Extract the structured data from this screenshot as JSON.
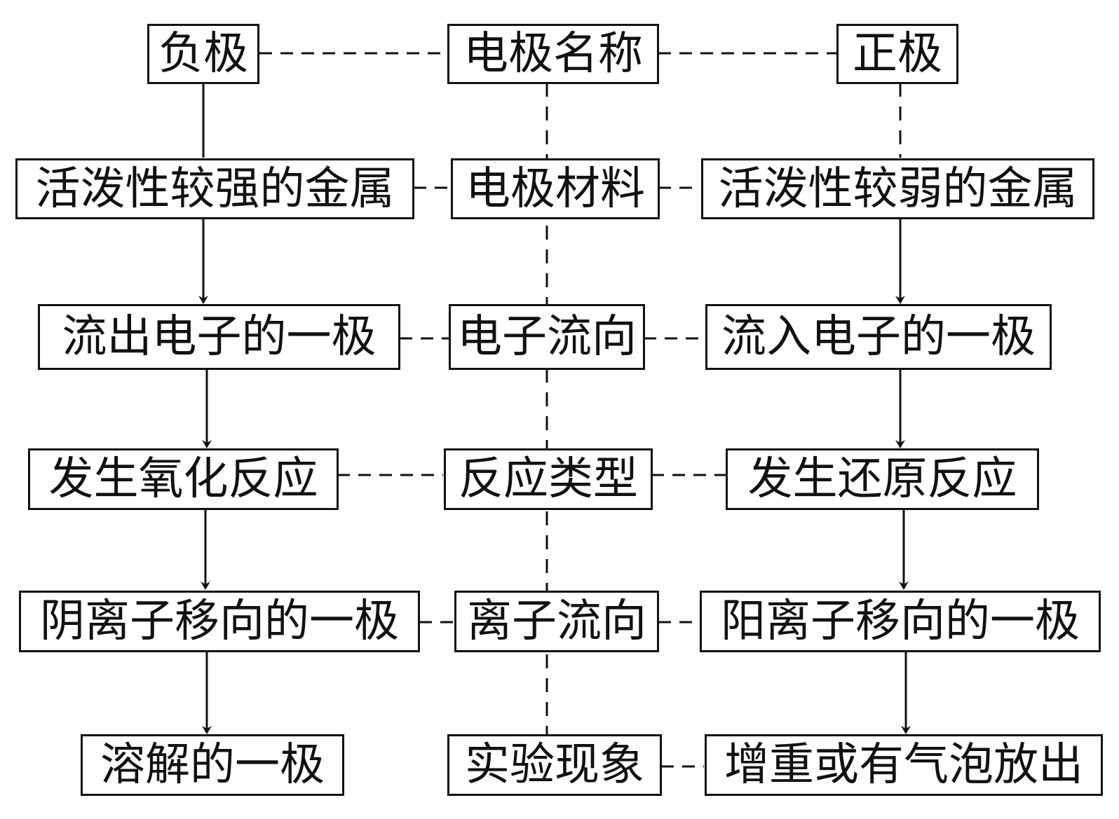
{
  "diagram": {
    "left_column": {
      "name": "负极",
      "material": "活泼性较强的金属",
      "electron_flow": "流出电子的一极",
      "reaction_type": "发生氧化反应",
      "ion_flow": "阴离子移向的一极",
      "phenomenon": "溶解的一极"
    },
    "center_column": {
      "name": "电极名称",
      "material": "电极材料",
      "electron_flow": "电子流向",
      "reaction_type": "反应类型",
      "ion_flow": "离子流向",
      "phenomenon": "实验现象"
    },
    "right_column": {
      "name": "正极",
      "material": "活泼性较弱的金属",
      "electron_flow": "流入电子的一极",
      "reaction_type": "发生还原反应",
      "ion_flow": "阳离子移向的一极",
      "phenomenon": "增重或有气泡放出"
    }
  }
}
